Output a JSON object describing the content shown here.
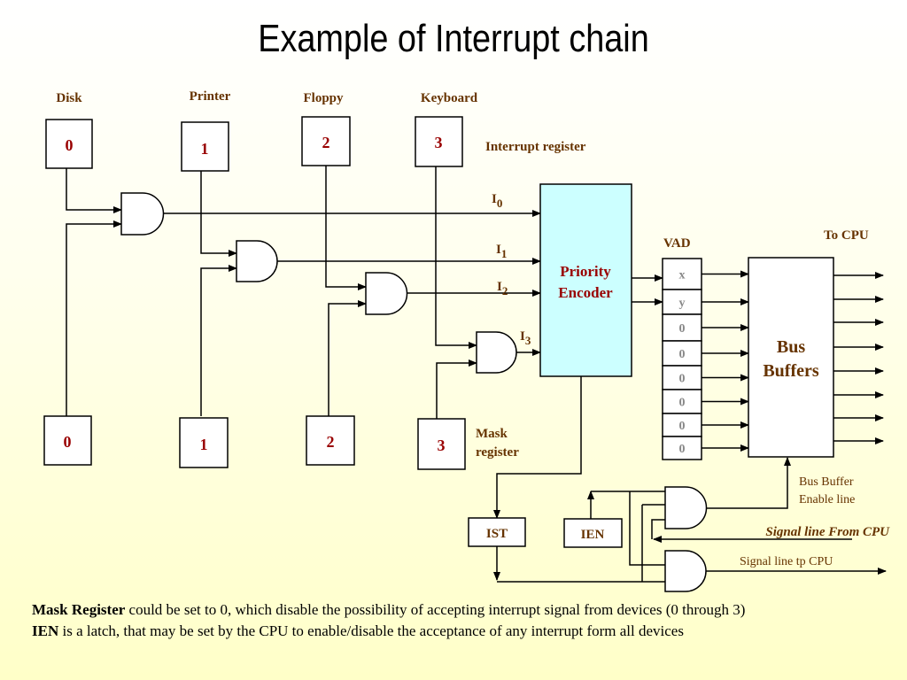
{
  "title": "Example of Interrupt chain",
  "devices": [
    "Disk",
    "Printer",
    "Floppy",
    "Keyboard"
  ],
  "interrupt_register": {
    "label": "Interrupt register",
    "bits": [
      "0",
      "1",
      "2",
      "3"
    ]
  },
  "mask_register": {
    "label_line1": "Mask",
    "label_line2": "register",
    "bits": [
      "0",
      "1",
      "2",
      "3"
    ]
  },
  "inputs": [
    {
      "base": "I",
      "sub": "0"
    },
    {
      "base": "I",
      "sub": "1"
    },
    {
      "base": "I",
      "sub": "2"
    },
    {
      "base": "I",
      "sub": "3"
    }
  ],
  "priority_encoder": {
    "line1": "Priority",
    "line2": "Encoder",
    "fill": "#ccffff"
  },
  "vad": {
    "label": "VAD",
    "cells": [
      "x",
      "y",
      "0",
      "0",
      "0",
      "0",
      "0",
      "0"
    ]
  },
  "bus_buffers": {
    "line1": "Bus",
    "line2": "Buffers"
  },
  "to_cpu": "To CPU",
  "ist": "IST",
  "ien": "IEN",
  "bus_buffer_enable": {
    "line1": "Bus Buffer",
    "line2": "Enable line"
  },
  "signal_from_cpu": "Signal line From CPU",
  "signal_to_cpu": "Signal line tp CPU",
  "notes": [
    {
      "bold": "Mask Register",
      "text": " could be set to 0, which disable the possibility of accepting interrupt signal from devices (0 through 3)"
    },
    {
      "bold": "IEN",
      "text": " is a latch, that may be set by the CPU to enable/disable the acceptance of any interrupt form all devices"
    }
  ],
  "colors": {
    "label_text": "#663300",
    "bit_text": "#990000",
    "encoder_fill": "#ccffff"
  }
}
